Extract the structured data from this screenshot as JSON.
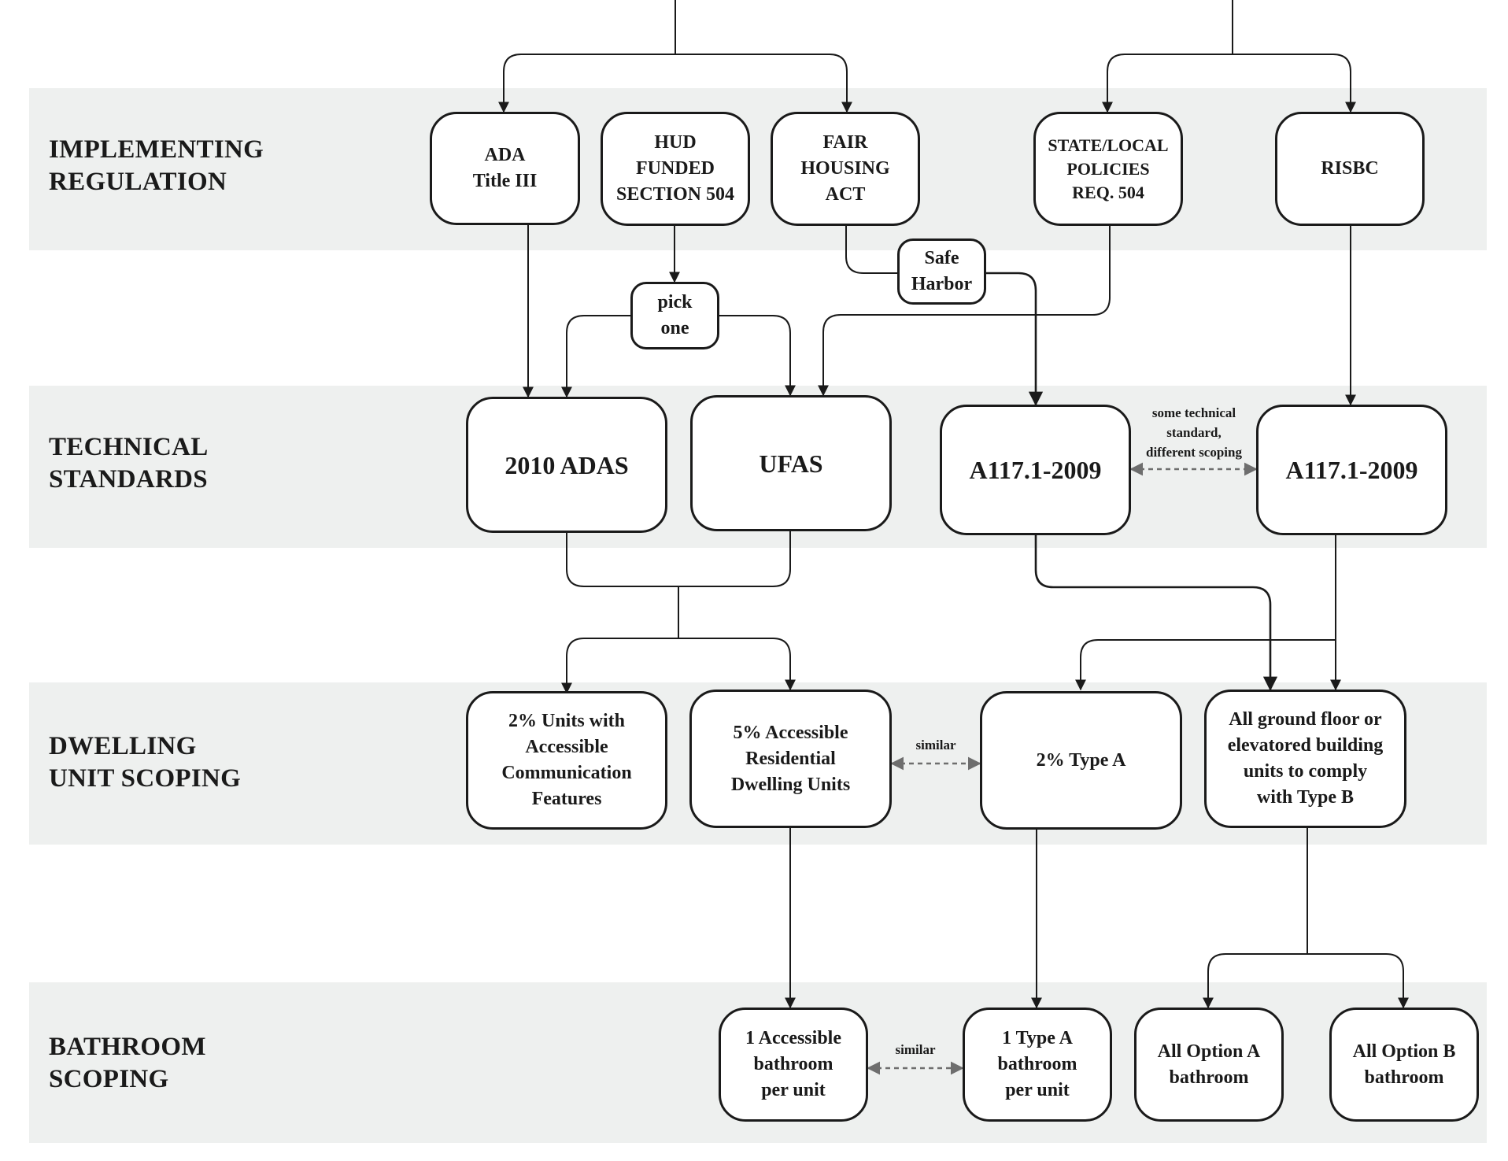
{
  "rows": {
    "implementing": [
      "IMPLEMENTING",
      "REGULATION"
    ],
    "technical": [
      "TECHNICAL",
      "STANDARDS"
    ],
    "dwelling": [
      "DWELLING",
      "UNIT SCOPING"
    ],
    "bathroom": [
      "BATHROOM",
      "SCOPING"
    ]
  },
  "regulations": {
    "ada": [
      "ADA",
      "Title III"
    ],
    "hud": [
      "HUD",
      "FUNDED",
      "SECTION 504"
    ],
    "fha": [
      "FAIR",
      "HOUSING",
      "ACT"
    ],
    "state": [
      "STATE/LOCAL",
      "POLICIES",
      "REQ. 504"
    ],
    "risbc": [
      "RISBC"
    ]
  },
  "connectors": {
    "safe_harbor": [
      "Safe",
      "Harbor"
    ],
    "pick_one": [
      "pick",
      "one"
    ]
  },
  "standards": {
    "adas": "2010 ADAS",
    "ufas": "UFAS",
    "a117_left": "A117.1-2009",
    "a117_right": "A117.1-2009"
  },
  "standards_note": [
    "some technical",
    "standard,",
    "different scoping"
  ],
  "dwelling": {
    "comm": [
      "2% Units with",
      "Accessible",
      "Communication",
      "Features"
    ],
    "res": [
      "5% Accessible",
      "Residential",
      "Dwelling Units"
    ],
    "typeA": [
      "2% Type A"
    ],
    "groundfloor": [
      "All ground floor or",
      "elevatored building",
      "units to comply",
      "with Type B"
    ]
  },
  "dwelling_note": "similar",
  "bathroom": {
    "acc": [
      "1 Accessible",
      "bathroom",
      "per unit"
    ],
    "typeA": [
      "1 Type A",
      "bathroom",
      "per unit"
    ],
    "optA": [
      "All Option A",
      "bathroom"
    ],
    "optB": [
      "All Option B",
      "bathroom"
    ]
  },
  "bathroom_note": "similar"
}
